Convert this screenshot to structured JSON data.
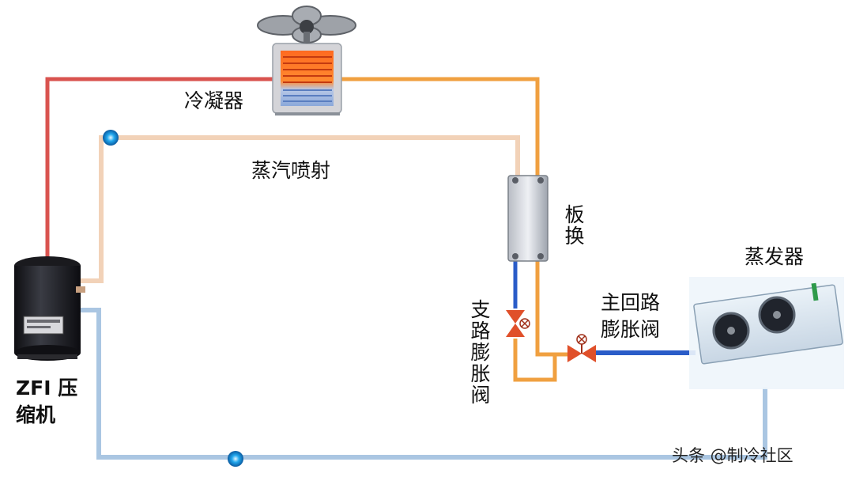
{
  "labels": {
    "condenser": "冷凝器",
    "vapor_injection": "蒸汽喷射",
    "plate_hx": "板换",
    "evaporator": "蒸发器",
    "main_valve": "主回路\n膨胀阀",
    "branch_valve": "支路膨胀阀",
    "compressor": "ZFI 压\n缩机"
  },
  "watermark": "头条 @制冷社区",
  "colors": {
    "discharge_line": "#d9534f",
    "liquid_line": "#f0a040",
    "injection_line": "#f2d2b8",
    "suction_line": "#aac6e2",
    "expanded_line": "#2a5cc8",
    "valve_red": "#e0502a",
    "node_blue": "#22a8ee"
  }
}
